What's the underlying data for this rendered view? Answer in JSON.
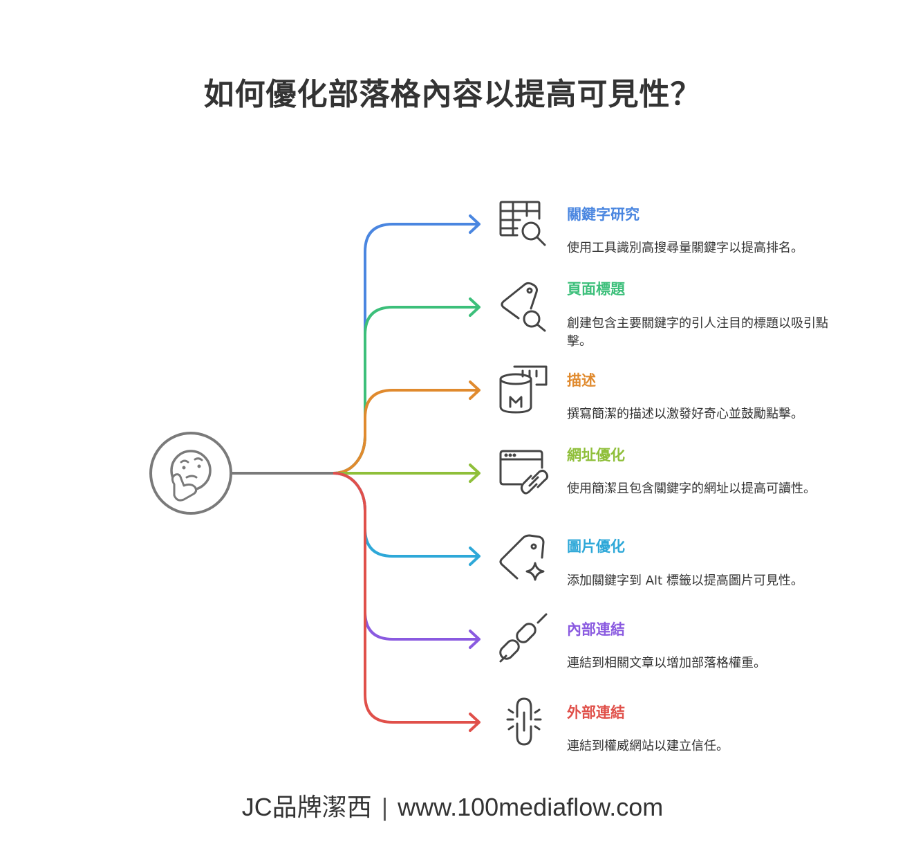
{
  "title": "如何優化部落格內容以提高可見性？",
  "items": [
    {
      "title": "關鍵字研究",
      "desc": "使用工具識別高搜尋量關鍵字以提高排名。",
      "color": "#4a86e0",
      "icon": "table-search-icon"
    },
    {
      "title": "頁面標題",
      "desc": "創建包含主要關鍵字的引人注目的標題以吸引點擊。",
      "color": "#3cbf7a",
      "icon": "tag-search-icon"
    },
    {
      "title": "描述",
      "desc": "撰寫簡潔的描述以激發好奇心並鼓勵點擊。",
      "color": "#e08a2e",
      "icon": "markdown-database-icon"
    },
    {
      "title": "網址優化",
      "desc": "使用簡潔且包含關鍵字的網址以提高可讀性。",
      "color": "#8fbf3a",
      "icon": "browser-link-icon"
    },
    {
      "title": "圖片優化",
      "desc": "添加關鍵字到 Alt 標籤以提高圖片可見性。",
      "color": "#2ea8d8",
      "icon": "tag-sparkle-icon"
    },
    {
      "title": "內部連結",
      "desc": "連結到相關文章以增加部落格權重。",
      "color": "#8a5ae0",
      "icon": "chain-link-icon"
    },
    {
      "title": "外部連結",
      "desc": "連結到權威網站以建立信任。",
      "color": "#e0504a",
      "icon": "broken-link-icon"
    }
  ],
  "footer": {
    "brand": "JC品牌潔西",
    "separator": "|",
    "url": "www.100mediaflow.com"
  }
}
